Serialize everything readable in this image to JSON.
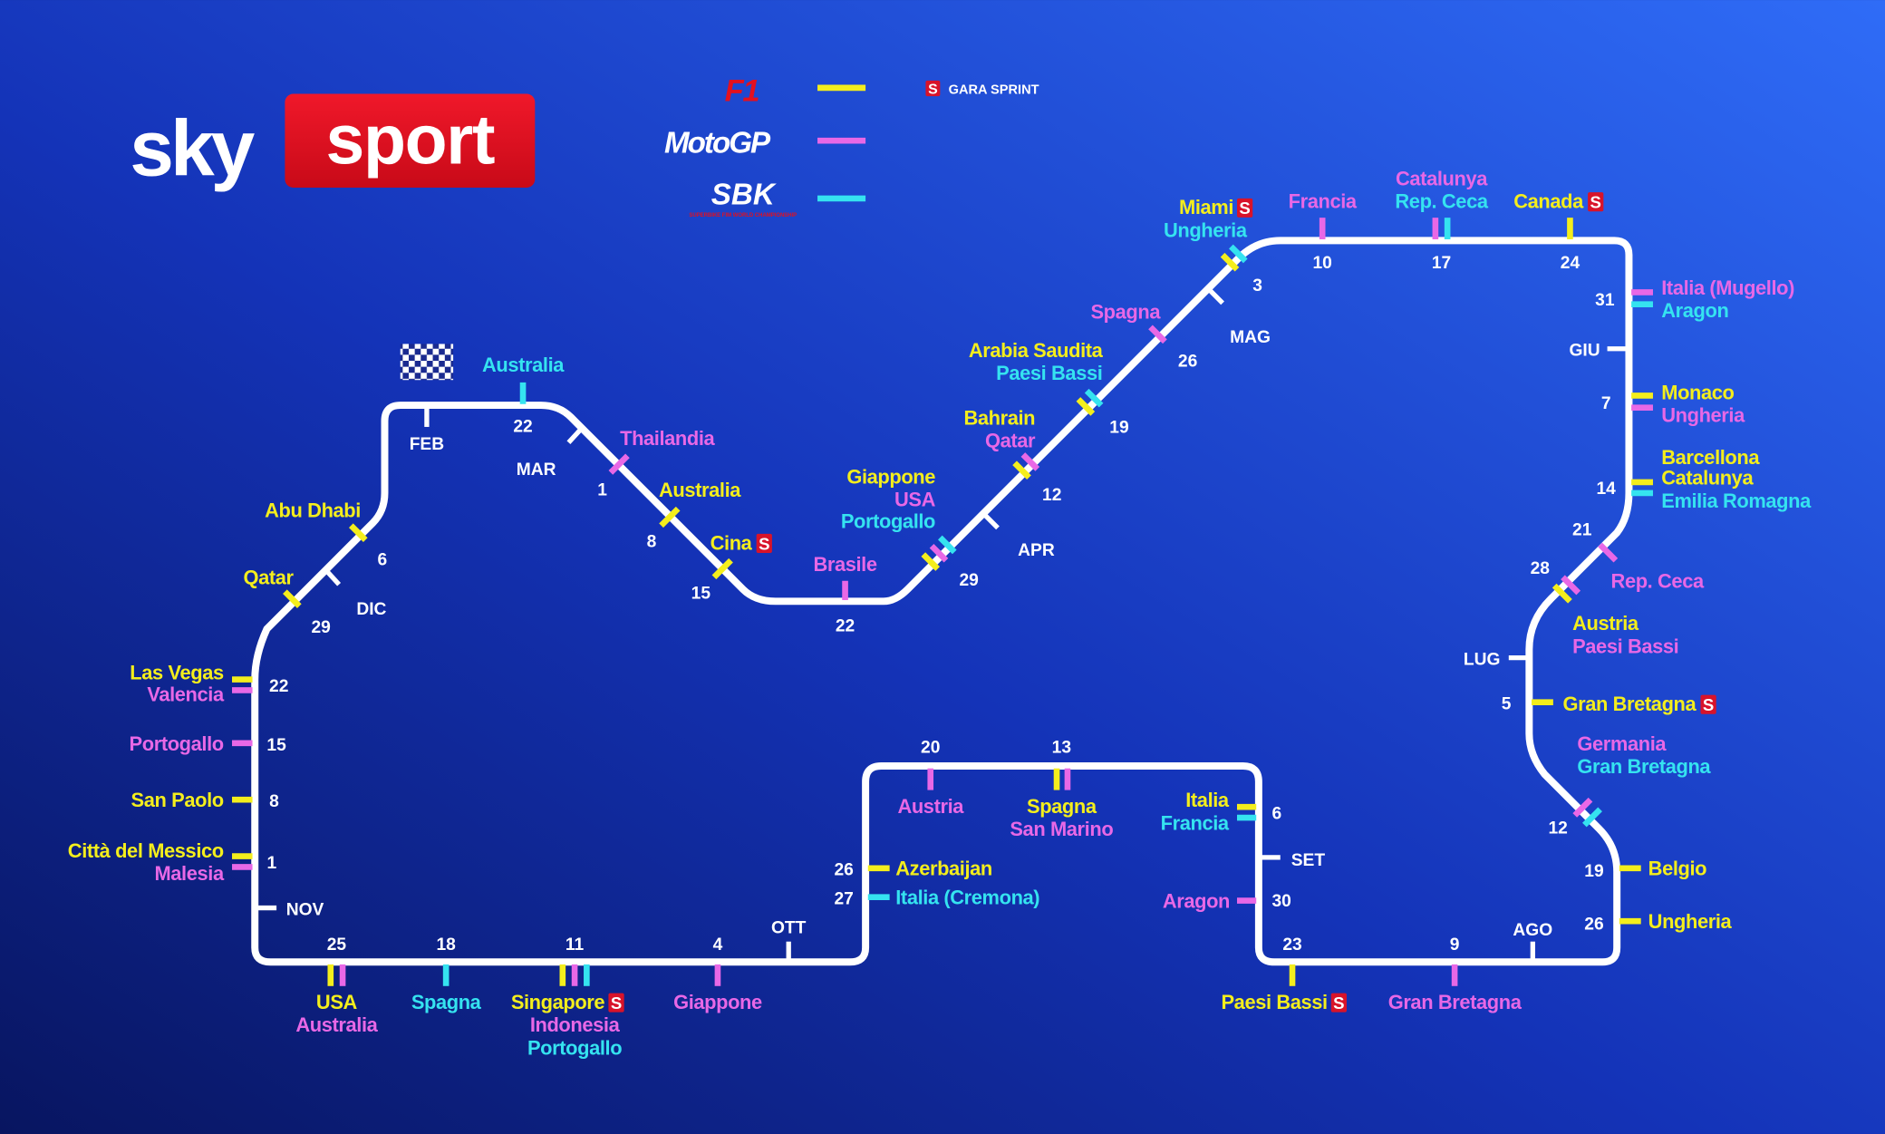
{
  "brand": {
    "sky": "sky",
    "sport": "sport"
  },
  "legend": {
    "f1": "F1",
    "motogp": "MotoGP",
    "sbk": "SBK",
    "sbk_sub": "SUPERBIKE FIM WORLD CHAMPIONSHIP",
    "sprint_badge": "S",
    "sprint_label": "GARA SPRINT"
  },
  "colors": {
    "F1": "#f4ee1c",
    "MotoGP": "#e868e6",
    "SBK": "#35e3f0",
    "track": "#ffffff",
    "sprint": "#d8132a",
    "brand_red": "#e3101f"
  },
  "months": [
    "FEB",
    "MAR",
    "APR",
    "MAG",
    "GIU",
    "LUG",
    "AGO",
    "SET",
    "OTT",
    "NOV",
    "DIC"
  ],
  "dates": [
    "22",
    "1",
    "8",
    "15",
    "22",
    "29",
    "12",
    "19",
    "26",
    "3",
    "10",
    "17",
    "24",
    "31",
    "7",
    "14",
    "21",
    "28",
    "5",
    "12",
    "19",
    "26",
    "9",
    "23",
    "30",
    "6",
    "13",
    "20",
    "26",
    "27",
    "4",
    "11",
    "18",
    "25",
    "1",
    "8",
    "15",
    "22",
    "29",
    "6"
  ],
  "races": [
    {
      "name": "Australia",
      "series": "SBK"
    },
    {
      "name": "Thailandia",
      "series": "MotoGP"
    },
    {
      "name": "Australia",
      "series": "F1"
    },
    {
      "name": "Cina",
      "series": "F1",
      "sprint": true
    },
    {
      "name": "Brasile",
      "series": "MotoGP"
    },
    {
      "name": "Giappone",
      "series": "F1"
    },
    {
      "name": "USA",
      "series": "MotoGP"
    },
    {
      "name": "Portogallo",
      "series": "SBK"
    },
    {
      "name": "Bahrain",
      "series": "F1"
    },
    {
      "name": "Qatar",
      "series": "MotoGP"
    },
    {
      "name": "Arabia Saudita",
      "series": "F1"
    },
    {
      "name": "Paesi Bassi",
      "series": "SBK"
    },
    {
      "name": "Spagna",
      "series": "MotoGP"
    },
    {
      "name": "Miami",
      "series": "F1",
      "sprint": true
    },
    {
      "name": "Ungheria",
      "series": "SBK"
    },
    {
      "name": "Francia",
      "series": "MotoGP"
    },
    {
      "name": "Catalunya",
      "series": "MotoGP"
    },
    {
      "name": "Rep. Ceca",
      "series": "SBK"
    },
    {
      "name": "Canada",
      "series": "F1",
      "sprint": true
    },
    {
      "name": "Italia (Mugello)",
      "series": "MotoGP"
    },
    {
      "name": "Aragon",
      "series": "SBK"
    },
    {
      "name": "Monaco",
      "series": "F1"
    },
    {
      "name": "Ungheria",
      "series": "MotoGP"
    },
    {
      "name": "Barcellona",
      "series": "F1"
    },
    {
      "name": "Catalunya",
      "series": "F1"
    },
    {
      "name": "Emilia Romagna",
      "series": "SBK"
    },
    {
      "name": "Rep. Ceca",
      "series": "MotoGP"
    },
    {
      "name": "Austria",
      "series": "F1"
    },
    {
      "name": "Paesi Bassi",
      "series": "MotoGP"
    },
    {
      "name": "Gran Bretagna",
      "series": "F1",
      "sprint": true
    },
    {
      "name": "Germania",
      "series": "MotoGP"
    },
    {
      "name": "Gran Bretagna",
      "series": "SBK"
    },
    {
      "name": "Belgio",
      "series": "F1"
    },
    {
      "name": "Ungheria",
      "series": "F1"
    },
    {
      "name": "Gran Bretagna",
      "series": "MotoGP"
    },
    {
      "name": "Paesi Bassi",
      "series": "F1",
      "sprint": true
    },
    {
      "name": "Aragon",
      "series": "MotoGP"
    },
    {
      "name": "Italia",
      "series": "F1"
    },
    {
      "name": "Francia",
      "series": "SBK"
    },
    {
      "name": "Spagna",
      "series": "F1"
    },
    {
      "name": "San Marino",
      "series": "MotoGP"
    },
    {
      "name": "Austria",
      "series": "MotoGP"
    },
    {
      "name": "Azerbaijan",
      "series": "F1"
    },
    {
      "name": "Italia (Cremona)",
      "series": "SBK"
    },
    {
      "name": "Giappone",
      "series": "MotoGP"
    },
    {
      "name": "Singapore",
      "series": "F1",
      "sprint": true
    },
    {
      "name": "Indonesia",
      "series": "MotoGP"
    },
    {
      "name": "Portogallo",
      "series": "SBK"
    },
    {
      "name": "Spagna",
      "series": "SBK"
    },
    {
      "name": "USA",
      "series": "F1"
    },
    {
      "name": "Australia",
      "series": "MotoGP"
    },
    {
      "name": "Città del Messico",
      "series": "F1"
    },
    {
      "name": "Malesia",
      "series": "MotoGP"
    },
    {
      "name": "San Paolo",
      "series": "F1"
    },
    {
      "name": "Portogallo",
      "series": "MotoGP"
    },
    {
      "name": "Las Vegas",
      "series": "F1"
    },
    {
      "name": "Valencia",
      "series": "MotoGP"
    },
    {
      "name": "Qatar",
      "series": "F1"
    },
    {
      "name": "Abu Dhabi",
      "series": "F1"
    }
  ]
}
